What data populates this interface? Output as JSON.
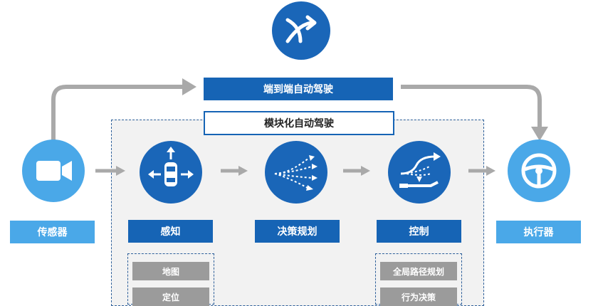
{
  "colors": {
    "dark_blue": "#1664b5",
    "light_blue": "#4aa8e8",
    "arrow_grey": "#a9a9a9",
    "panel_bg": "#f2f2f2",
    "dashed_border": "#2d5f9a"
  },
  "top": {
    "end_to_end_label": "端到端自动驾驶",
    "icon": "merge-arrow-icon"
  },
  "modular": {
    "title": "模块化自动驾驶"
  },
  "nodes": {
    "sensor": {
      "label": "传感器",
      "icon": "camera-icon"
    },
    "perception": {
      "label": "感知",
      "icon": "car-directions-icon"
    },
    "planning": {
      "label": "决策规划",
      "icon": "branching-paths-icon"
    },
    "control": {
      "label": "控制",
      "icon": "trajectory-control-icon"
    },
    "actuator": {
      "label": "执行器",
      "icon": "steering-wheel-icon"
    }
  },
  "sub_items": {
    "perception": [
      "地图",
      "定位"
    ],
    "control": [
      "全局路径规划",
      "行为决策"
    ]
  }
}
